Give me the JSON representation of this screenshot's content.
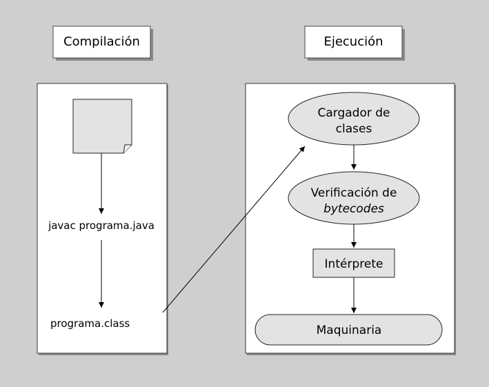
{
  "compilation": {
    "title": "Compilación",
    "command": "javac programa.java",
    "output": "programa.class"
  },
  "execution": {
    "title": "Ejecución",
    "class_loader": {
      "line1": "Cargador de",
      "line2": "clases"
    },
    "verifier": {
      "line1": "Verificación de",
      "line2": "bytecodes"
    },
    "interpreter": "Intérprete",
    "machine": "Maquinaria"
  }
}
